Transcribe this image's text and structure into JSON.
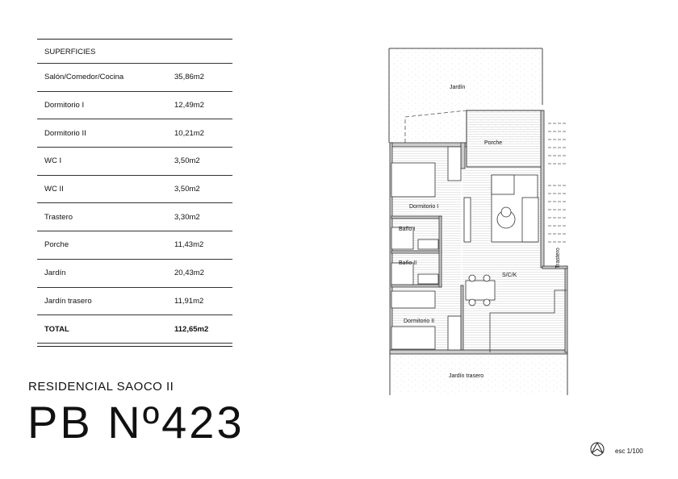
{
  "table": {
    "header": "SUPERFICIES",
    "rows": [
      {
        "name": "Salón/Comedor/Cocina",
        "area": "35,86m2"
      },
      {
        "name": "Dormitorio I",
        "area": "12,49m2"
      },
      {
        "name": "Dormitorio II",
        "area": "10,21m2"
      },
      {
        "name": "WC I",
        "area": "3,50m2"
      },
      {
        "name": "WC II",
        "area": "3,50m2"
      },
      {
        "name": "Trastero",
        "area": "3,30m2"
      },
      {
        "name": "Porche",
        "area": "11,43m2"
      },
      {
        "name": "Jardín",
        "area": "20,43m2"
      },
      {
        "name": "Jardín trasero",
        "area": "11,91m2"
      }
    ],
    "total": {
      "name": "TOTAL",
      "area": "112,65m2"
    }
  },
  "project": "RESIDENCIAL SAOCO  II",
  "unit": "PB Nº423",
  "plan": {
    "rooms": {
      "jardin": "Jardín",
      "porche": "Porche",
      "dormitorio1": "Dormitorio I",
      "bano1": "Baño I",
      "bano2": "Baño II",
      "sck": "S/C/K",
      "dormitorio2": "Dormitorio II",
      "trastero": "Trastero",
      "jardin_trasero": "Jardín trasero"
    },
    "scale": "esc 1/100",
    "north_icon": "north-arrow-icon"
  }
}
